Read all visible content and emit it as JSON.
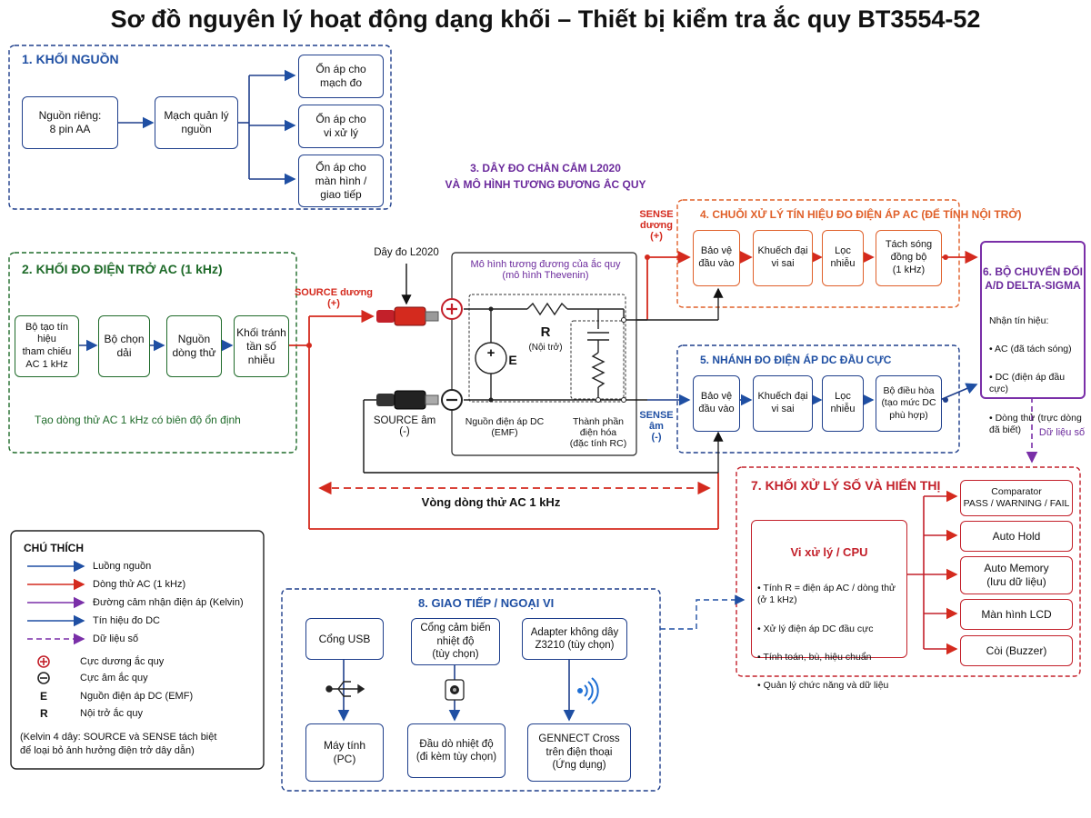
{
  "title": "Sơ đồ nguyên lý hoạt động dạng khối – Thiết bị kiểm tra ắc quy BT3554-52",
  "power": {
    "heading": "1. KHỐI NGUỒN",
    "battery": "Nguồn riêng:\n8 pin AA",
    "manager": "Mạch quản lý\nnguồn",
    "reg1": "Ổn áp cho\nmạch đo",
    "reg2": "Ổn áp cho\nvi xử lý",
    "reg3": "Ổn áp cho\nmàn hình /\ngiao tiếp"
  },
  "ac": {
    "heading": "2. KHỐI ĐO ĐIỆN TRỞ AC (1 kHz)",
    "b1": "Bộ tạo tín hiệu\ntham chiếu\nAC 1 kHz",
    "b2": "Bộ chọn\ndải",
    "b3": "Nguồn\ndòng thử",
    "b4": "Khối tránh\ntần số\nnhiễu",
    "note": "Tạo dòng thử AC 1 kHz có biên độ ổn định"
  },
  "lead": {
    "heading": "3. DÂY ĐO CHÂN CẮM L2020\nVÀ MÔ HÌNH TƯƠNG ĐƯƠNG ẮC QUY",
    "lead_label": "Dây đo L2020",
    "model_title": "Mô hình tương đương của ắc quy\n(mô hình Thevenin)",
    "r_label": "R",
    "r_sub": "(Nội trở)",
    "e_label": "E",
    "plus": "+",
    "emf_label": "Nguồn điện áp DC\n(EMF)",
    "rc_label": "Thành phần\nđiện hóa\n(đặc tính RC)",
    "source_pos": "SOURCE dương\n(+)",
    "source_neg": "SOURCE âm\n(-)",
    "sense_pos": "SENSE\ndương\n(+)",
    "sense_neg": "SENSE\nâm\n(-)",
    "loop_label": "Vòng dòng thử AC 1 kHz"
  },
  "acchain": {
    "heading": "4. CHUỖI XỬ LÝ TÍN HIỆU ĐO ĐIỆN ÁP AC (ĐỂ TÍNH NỘI TRỞ)",
    "b1": "Bảo vệ\nđầu vào",
    "b2": "Khuếch đại\nvi sai",
    "b3": "Lọc\nnhiễu",
    "b4": "Tách sóng\nđồng bộ\n(1 kHz)"
  },
  "dcchain": {
    "heading": "5. NHÁNH ĐO ĐIỆN ÁP DC ĐẦU CỰC",
    "b1": "Bảo vệ\nđầu vào",
    "b2": "Khuếch đại\nvi sai",
    "b3": "Lọc\nnhiễu",
    "b4": "Bộ điều hòa\n(tạo mức DC\nphù hợp)"
  },
  "adc": {
    "heading": "6. BỘ CHUYỂN ĐỔI\nA/D DELTA-SIGMA",
    "intro": "Nhận tín hiệu:",
    "items": [
      "AC (đã tách sóng)",
      "DC (điện áp đầu cực)",
      "Dòng thử (trực dòng\nđã biết)"
    ],
    "data_label": "Dữ liệu số"
  },
  "cpu": {
    "heading": "7. KHỐI XỬ LÝ SỐ VÀ HIỂN THỊ",
    "title": "Vi xử lý / CPU",
    "items": [
      "Tính R = điện áp AC / dòng thử\n(ở 1 kHz)",
      "Xử lý điện áp DC đầu cực",
      "Tính toán, bù, hiệu chuẩn",
      "Quản lý chức năng và dữ liệu"
    ],
    "out1": "Comparator\nPASS / WARNING / FAIL",
    "out2": "Auto Hold",
    "out3": "Auto Memory\n(lưu dữ liệu)",
    "out4": "Màn hình LCD",
    "out5": "Còi (Buzzer)"
  },
  "io": {
    "heading": "8. GIAO TIẾP / NGOẠI VI",
    "usb": "Cổng USB",
    "pc": "Máy tính\n(PC)",
    "temp_port": "Cổng cảm biến\nnhiệt độ\n(tùy chọn)",
    "temp_probe": "Đầu dò nhiệt độ\n(đi kèm tùy chọn)",
    "wireless": "Adapter không dây\nZ3210 (tùy chọn)",
    "phone": "GENNECT Cross\ntrên điện thoại\n(Ứng dụng)"
  },
  "legend": {
    "heading": "CHÚ THÍCH",
    "items": [
      "Luồng nguồn",
      "Dòng thử AC (1 kHz)",
      "Đường cảm nhận điện áp (Kelvin)",
      "Tín hiệu đo DC",
      "Dữ liệu số"
    ],
    "sym_pos_label": "Cực dương ắc quy",
    "sym_neg_label": "Cực âm ắc quy",
    "sym_e": "E",
    "sym_e_label": "Nguồn điện áp DC (EMF)",
    "sym_r": "R",
    "sym_r_label": "Nội trở ắc quy",
    "note": "(Kelvin 4 dây: SOURCE và SENSE tách biệt\nđể loại bỏ ảnh hưởng điện trở dây dẫn)"
  },
  "colors": {
    "power": "#1f4fa3",
    "ac": "#d42a1e",
    "sense": "#7a2fa8",
    "dc": "#1f4fa3",
    "orange": "#e0602a",
    "green": "#1f6b2a"
  }
}
